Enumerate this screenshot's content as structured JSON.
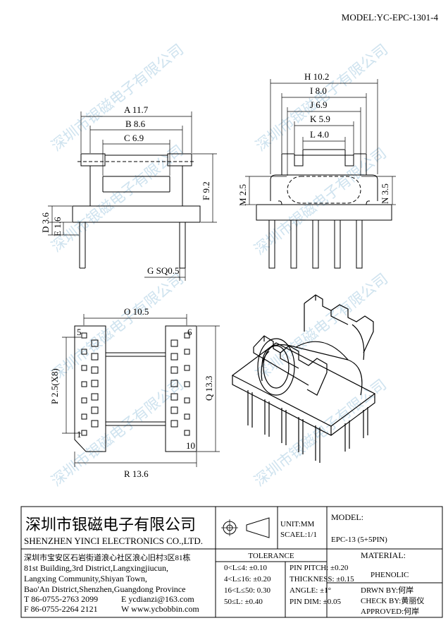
{
  "model_header": "MODEL:YC-EPC-1301-4",
  "watermark": "深圳市银磁电子有限公司",
  "dims": {
    "A": "A 11.7",
    "B": "B 8.6",
    "C": "C 6.9",
    "D": "D 3.6",
    "E": "E 1.6",
    "F": "F 9.2",
    "G": "G SQ0.5",
    "H": "H 10.2",
    "I": "I 8.0",
    "J": "J 6.9",
    "K": "K 5.9",
    "L": "L 4.0",
    "M": "M 2.5",
    "N": "N 3.5",
    "O": "O 10.5",
    "P": "P 2.5(X8)",
    "Q": "Q 13.3",
    "R": "R 13.6"
  },
  "pins": {
    "p5": "5",
    "p6": "6",
    "p1": "1",
    "p10": "10"
  },
  "company": {
    "name_cn": "深圳市银磁电子有限公司",
    "name_en": "SHENZHEN YINCI ELECTRONICS CO.,LTD.",
    "addr_cn": "深圳市宝安区石岩街道浪心社区浪心旧村3区81栋",
    "addr1": "81st Building,3rd District,Langxingjiucun,",
    "addr2": "Langxing Community,Shiyan Town,",
    "addr3": "Bao'An District,Shenzhen,Guangdong Province",
    "tel": "T 86-0755-2763 2099",
    "fax": "F 86-0755-2264 2121",
    "email": "E ycdianzi@163.com",
    "web": "W www.ycbobbin.com"
  },
  "units": {
    "unit": "UNIT:MM",
    "scale": "SCAEL:1/1"
  },
  "model": {
    "label": "MODEL:",
    "value": "EPC-13 (5+5PIN)"
  },
  "material": {
    "label": "MATERIAL:",
    "value": "PHENOLIC"
  },
  "tolerance": {
    "title": "TOLERANCE",
    "left": [
      "0<L≤4: ±0.10",
      "4<L≤16: ±0.20",
      "16<L≤50: 0.30",
      "50≤L: ±0.40"
    ],
    "right": [
      "PIN PITCH: ±0.20",
      "THICKNESS: ±0.15",
      "ANGLE: ±1°",
      "PIN DIM: ±0.05"
    ]
  },
  "signatures": {
    "drawn": "DRWN BY:何岸",
    "check": "CHECK BY:黄丽仪",
    "approved": "APPROVED:何岸"
  }
}
